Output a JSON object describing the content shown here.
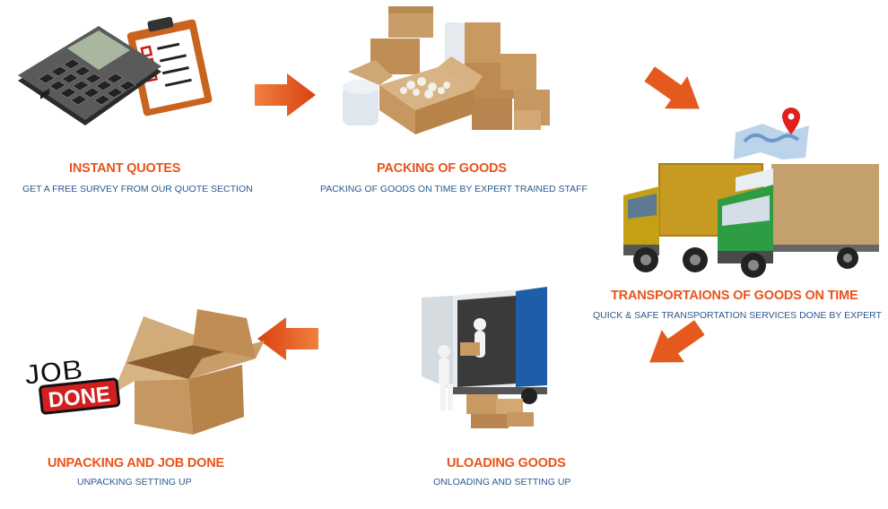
{
  "steps": [
    {
      "title": "INSTANT QUOTES",
      "subtitle": "GET A FREE SURVEY FROM OUR QUOTE SECTION"
    },
    {
      "title": "PACKING OF GOODS",
      "subtitle": "PACKING OF GOODS ON TIME BY EXPERT TRAINED STAFF"
    },
    {
      "title": "TRANSPORTAIONS OF GOODS ON TIME",
      "subtitle": "QUICK & SAFE  TRANSPORTATION SERVICES DONE BY EXPERT"
    },
    {
      "title": "ULOADING GOODS",
      "subtitle": "ONLOADING AND SETTING UP"
    },
    {
      "title": "UNPACKING AND JOB DONE",
      "subtitle": "UNPACKING SETTING UP"
    }
  ],
  "badge": {
    "line1": "JOB",
    "line2": "DONE"
  },
  "colors": {
    "accent": "#e8541c",
    "subtitle": "#2b5a8c",
    "box": "#c89a62"
  },
  "icons": [
    "calculator-icon",
    "checklist-icon",
    "boxes-icon",
    "map-pin-icon",
    "truck-icon",
    "movers-icon",
    "open-box-icon"
  ]
}
